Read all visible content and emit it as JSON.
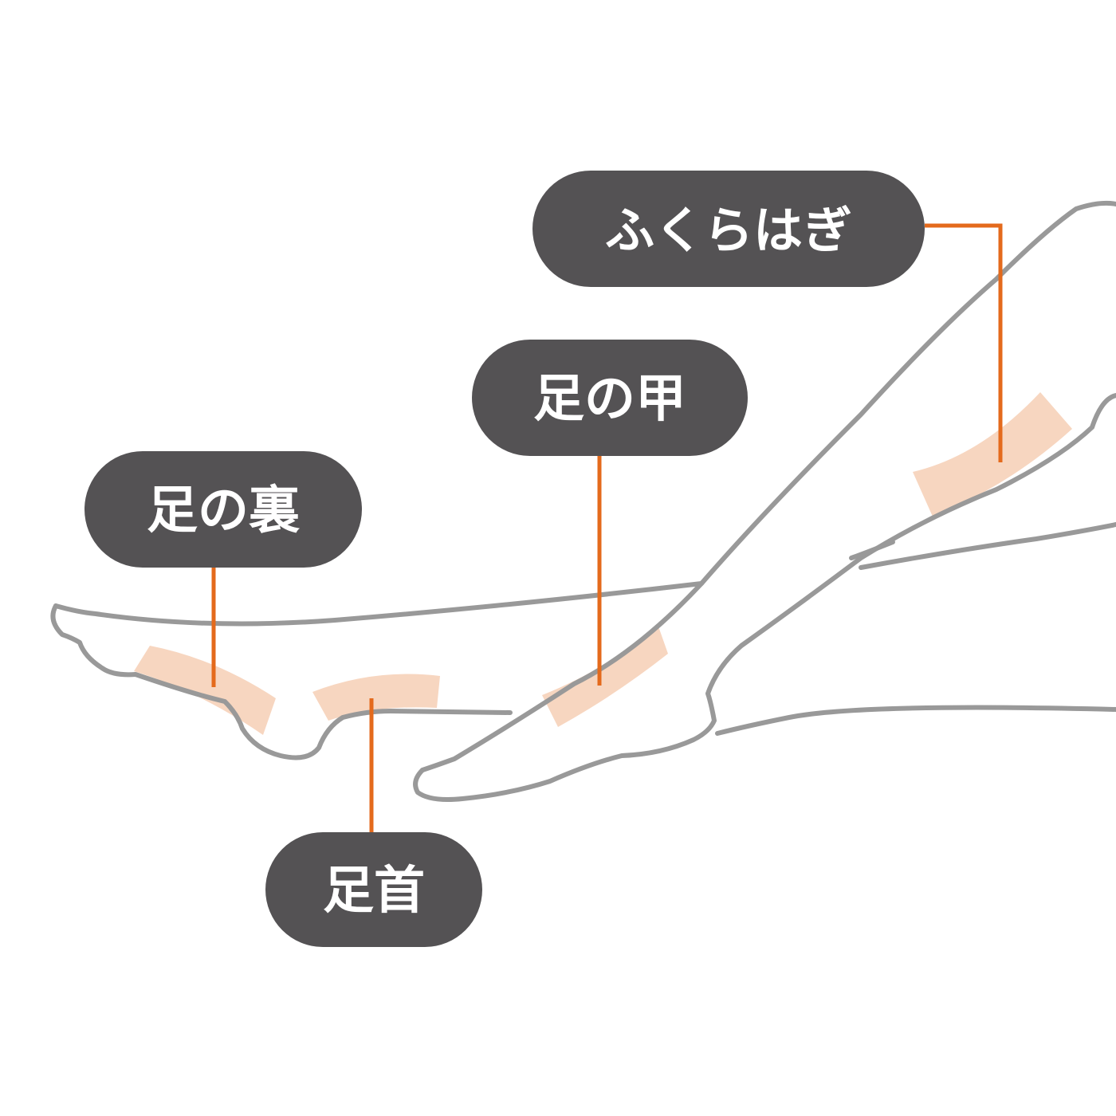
{
  "colors": {
    "outline": "#999999",
    "leader": "#e46a1c",
    "patch": "#f7d6c0",
    "pill": "#545254",
    "text": "#ffffff",
    "background": "#ffffff"
  },
  "labels": {
    "calf": "ふくらはぎ",
    "instep": "足の甲",
    "sole": "足の裏",
    "ankle": "足首"
  }
}
